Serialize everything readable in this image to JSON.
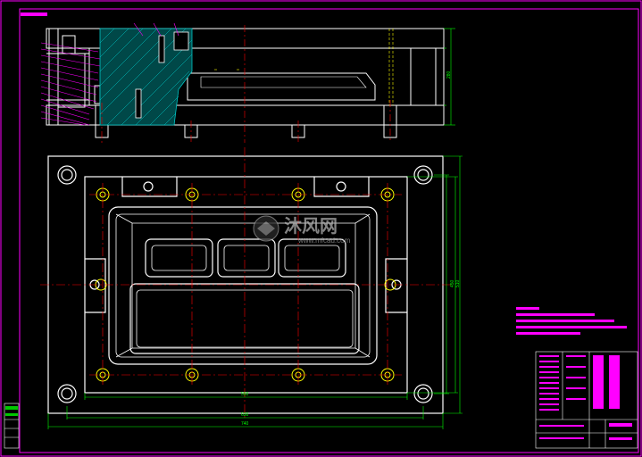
{
  "drawing": {
    "watermark_brand": "沐风网",
    "watermark_url": "www.mfcad.com",
    "dim_width_inner": "550",
    "dim_width_mid": "630",
    "dim_width_outer": "740",
    "dim_side_height": "280",
    "dim_vertical_1": "450",
    "dim_vertical_2": "510"
  },
  "colors": {
    "background": "#000000",
    "outline": "#ffffff",
    "dimension": "#00ff00",
    "centerline": "#ff0000",
    "hidden": "#ffff00",
    "section": "#00c8c8",
    "annotation": "#ff00ff"
  }
}
